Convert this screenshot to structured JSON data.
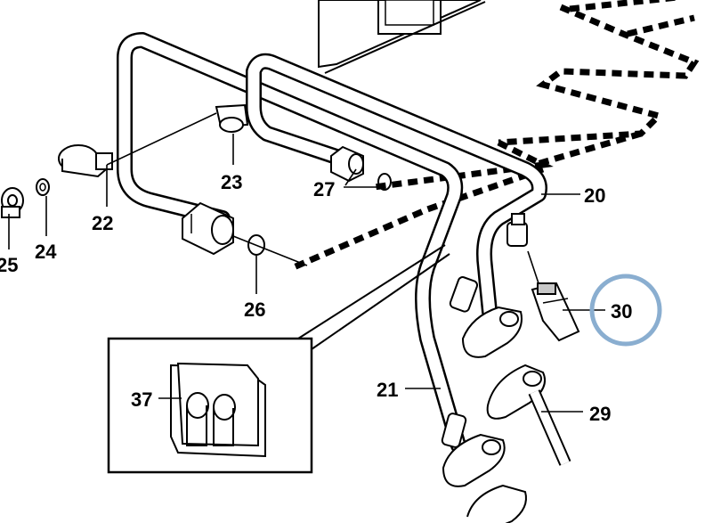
{
  "callouts": {
    "c20": "20",
    "c21": "21",
    "c22": "22",
    "c23": "23",
    "c24": "24",
    "c25": "25",
    "c26": "26",
    "c27": "27",
    "c29": "29",
    "c30": "30",
    "c37": "37"
  },
  "highlight_color": "#8aaed0"
}
